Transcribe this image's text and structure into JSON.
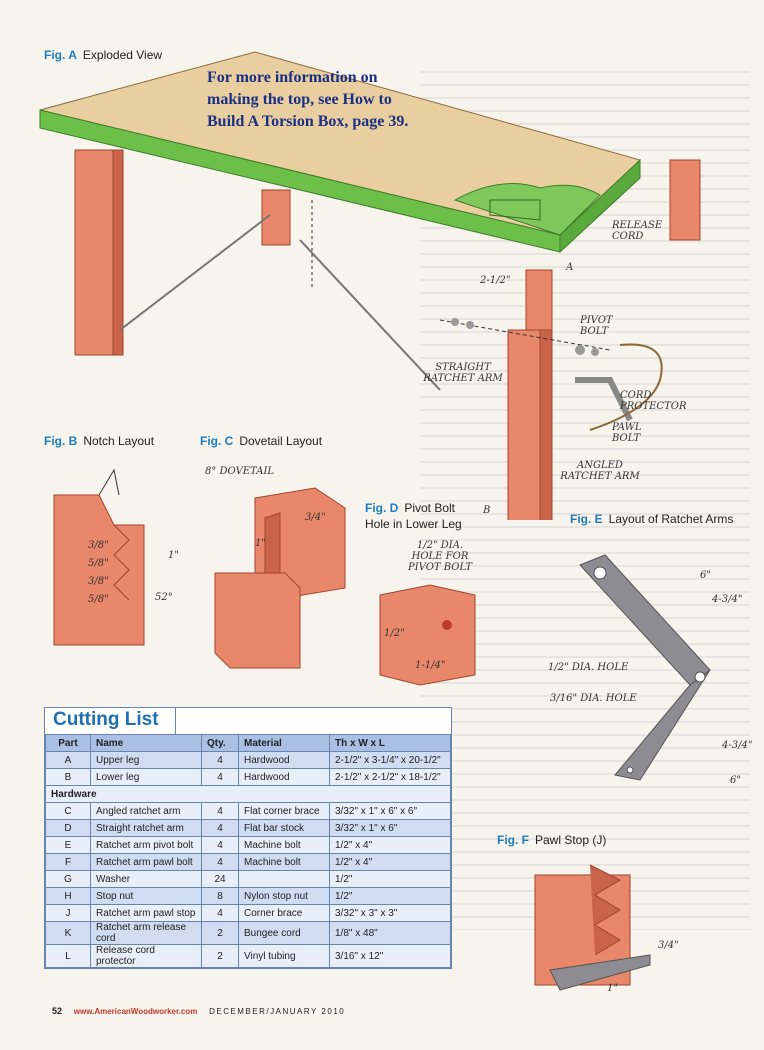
{
  "figures": {
    "a": {
      "letter": "Fig. A",
      "title": "Exploded View"
    },
    "b": {
      "letter": "Fig. B",
      "title": "Notch Layout"
    },
    "c": {
      "letter": "Fig. C",
      "title": "Dovetail Layout"
    },
    "d": {
      "letter": "Fig. D",
      "title_line1": "Pivot Bolt",
      "title_line2": "Hole in Lower Leg"
    },
    "e": {
      "letter": "Fig. E",
      "title": "Layout of Ratchet Arms"
    },
    "f": {
      "letter": "Fig. F",
      "title": "Pawl Stop (J)"
    }
  },
  "callout": {
    "line1": "For more information on",
    "line2": "making the top, see How to",
    "line3": "Build A Torsion Box, page 39."
  },
  "fig_a_labels": {
    "release_cord": "RELEASE CORD",
    "dim_2_5": "2-1/2\"",
    "part_a": "A",
    "pivot_bolt": "PIVOT BOLT",
    "straight_arm": "STRAIGHT RATCHET ARM",
    "cord_protector": "CORD PROTECTOR",
    "pawl_bolt": "PAWL BOLT",
    "angled_arm": "ANGLED RATCHET ARM",
    "part_b": "B"
  },
  "fig_b_labels": {
    "d1": "3/8\"",
    "d2": "5/8\"",
    "d3": "3/8\"",
    "d4": "5/8\"",
    "d5": "1\"",
    "angle": "52°"
  },
  "fig_c_labels": {
    "dovetail": "8° DOVETAIL",
    "d1": "3/4\"",
    "d2": "1\""
  },
  "fig_d_labels": {
    "hole": "1/2\" DIA. HOLE FOR PIVOT BOLT",
    "d1": "1/2\"",
    "d2": "1-1/4\""
  },
  "fig_e_labels": {
    "d1": "6\"",
    "d2": "4-3/4\"",
    "hole1": "1/2\" DIA. HOLE",
    "hole2": "3/16\" DIA. HOLE",
    "d3": "4-3/4\"",
    "d4": "6\""
  },
  "fig_f_labels": {
    "d1": "3/4\"",
    "d2": "1\""
  },
  "cutting_list": {
    "title": "Cutting List",
    "headers": [
      "Part",
      "Name",
      "Qty.",
      "Material",
      "Th x W x L"
    ],
    "rows_top": [
      [
        "A",
        "Upper leg",
        "4",
        "Hardwood",
        "2-1/2\" x 3-1/4\" x 20-1/2\""
      ],
      [
        "B",
        "Lower leg",
        "4",
        "Hardwood",
        "2-1/2\" x 2-1/2\" x 18-1/2\""
      ]
    ],
    "section": "Hardware",
    "rows_hw": [
      [
        "C",
        "Angled ratchet arm",
        "4",
        "Flat corner brace",
        "3/32\" x 1\" x 6\" x 6\""
      ],
      [
        "D",
        "Straight ratchet arm",
        "4",
        "Flat bar stock",
        "3/32\" x 1\" x 6\""
      ],
      [
        "E",
        "Ratchet arm pivot bolt",
        "4",
        "Machine bolt",
        "1/2\" x 4\""
      ],
      [
        "F",
        "Ratchet arm pawl bolt",
        "4",
        "Machine bolt",
        "1/2\" x 4\""
      ],
      [
        "G",
        "Washer",
        "24",
        "",
        "1/2\""
      ],
      [
        "H",
        "Stop nut",
        "8",
        "Nylon stop nut",
        "1/2\""
      ],
      [
        "J",
        "Ratchet arm pawl stop",
        "4",
        "Corner brace",
        "3/32\" x 3\" x 3\""
      ],
      [
        "K",
        "Ratchet arm release cord",
        "2",
        "Bungee cord",
        "1/8\" x 48\""
      ],
      [
        "L",
        "Release cord protector",
        "2",
        "Vinyl tubing",
        "3/16\" x 12\""
      ]
    ]
  },
  "footer": {
    "page": "52",
    "url": "www.AmericanWoodworker.com",
    "issue": "DECEMBER/JANUARY 2010"
  },
  "colors": {
    "wood": "#e8876a",
    "wood_dark": "#c9634a",
    "top_edge": "#6cc04a",
    "top_surface": "#e9cfa0",
    "steel": "#8c8c92",
    "blue_head": "#1e7bbf"
  }
}
